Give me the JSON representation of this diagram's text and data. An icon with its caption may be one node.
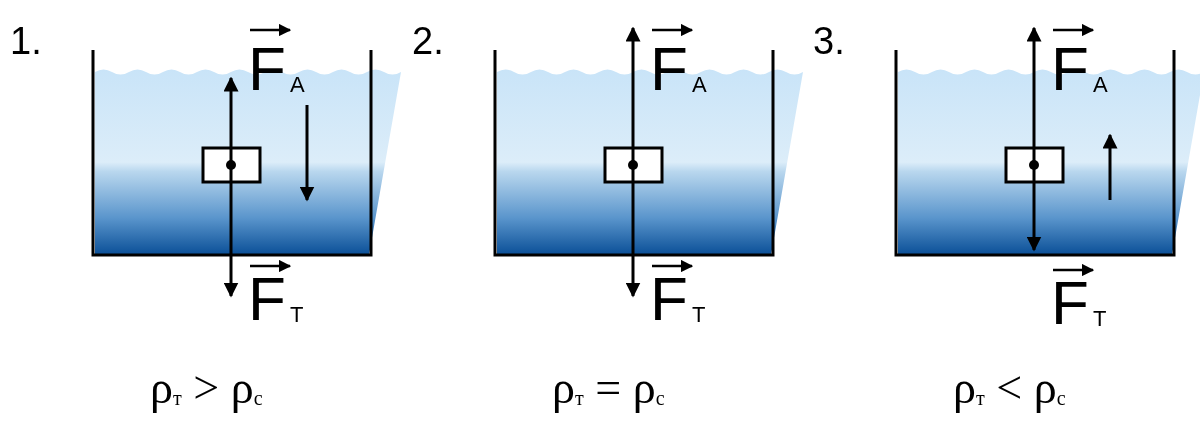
{
  "diagram": {
    "labels": [
      "1.",
      "F$_{А}$",
      "F$_{Т}$",
      "ρ$_{т}$ > ρ$_{с}$",
      "2.",
      "F$_{А}$",
      "F$_{Т}$",
      "ρ$_{т}$ = ρ$_{с}$",
      "3.",
      "F$_{А}$",
      "F$_{Т}$",
      "ρ$_{т}$ < ρ$_{с}$"
    ]
  }
}
